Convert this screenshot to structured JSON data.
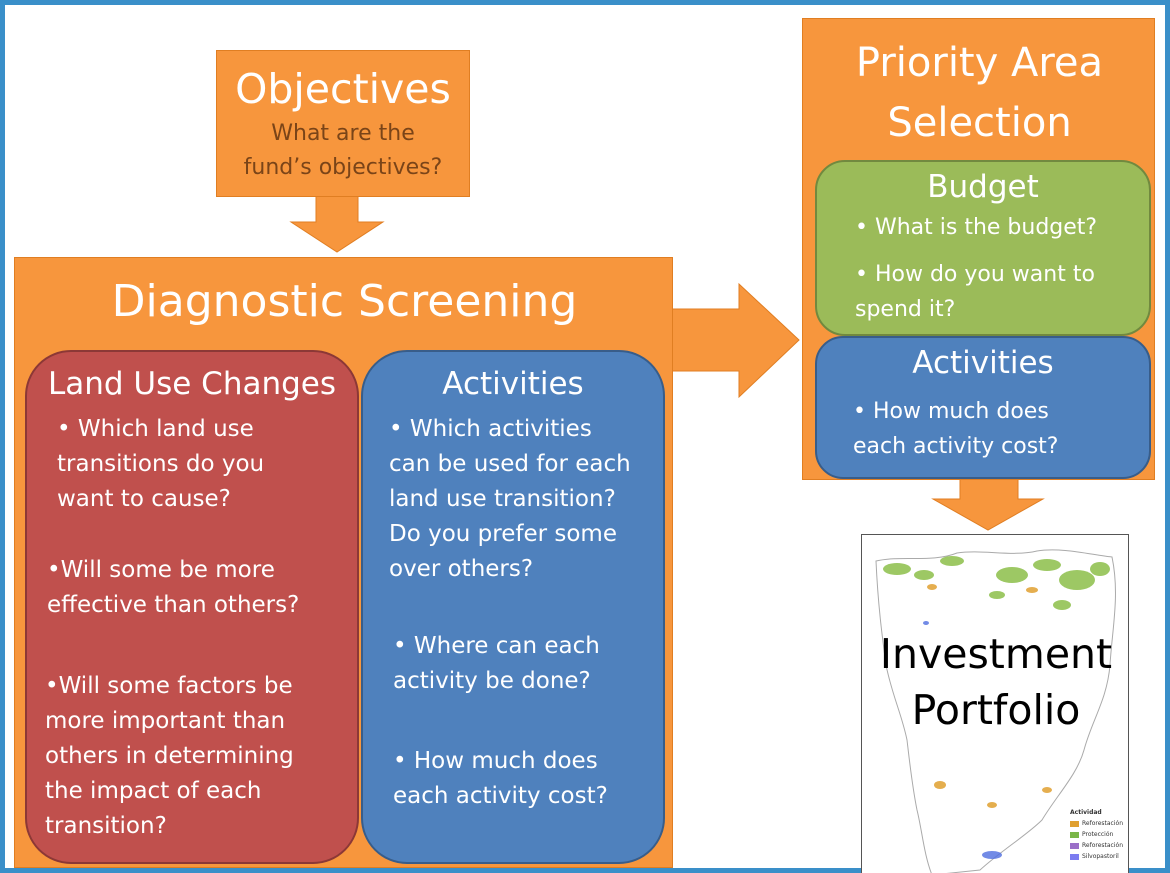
{
  "objectives": {
    "title": "Objectives",
    "line1": "What are the",
    "line2": "fund’s objectives?"
  },
  "diagnostic": {
    "title": "Diagnostic Screening",
    "land_use": {
      "title": "Land Use Changes",
      "q1": [
        "• Which land use",
        "transitions do you",
        "want to cause?"
      ],
      "q2": [
        "•Will some be more",
        "effective than others?"
      ],
      "q3": [
        "•Will some factors be",
        "more important than",
        "others in determining",
        "the impact of each",
        "transition?"
      ]
    },
    "activities": {
      "title": "Activities",
      "q1": [
        "• Which activities",
        "can be used for each",
        "land use transition?",
        "Do you prefer some",
        "over others?"
      ],
      "q2": [
        "• Where can each",
        "activity be done?"
      ],
      "q3": [
        "• How much does",
        "each activity cost?"
      ]
    }
  },
  "priority": {
    "title_line1": "Priority Area",
    "title_line2": "Selection",
    "budget": {
      "title": "Budget",
      "q1": "• What is the budget?",
      "q2": [
        "• How do you want to",
        "spend it?"
      ]
    },
    "activities": {
      "title": "Activities",
      "q1": [
        "• How much does",
        "each activity cost?"
      ]
    }
  },
  "portfolio": {
    "title_line1": "Investment",
    "title_line2": "Portfolio",
    "legend": {
      "title": "Actividad",
      "items": [
        {
          "label": "Reforestación",
          "color": "#e0a030"
        },
        {
          "label": "Protección",
          "color": "#7ab648"
        },
        {
          "label": "Reforestación",
          "color": "#9b6fc8"
        },
        {
          "label": "Silvopastoril",
          "color": "#7c7cf0"
        }
      ]
    }
  },
  "colors": {
    "frame": "#3a8fc9",
    "orange": "#f7963d",
    "red": "#c0504d",
    "blue": "#4f81bd",
    "green": "#9bbb59",
    "objectives_text": "#7a4418"
  }
}
